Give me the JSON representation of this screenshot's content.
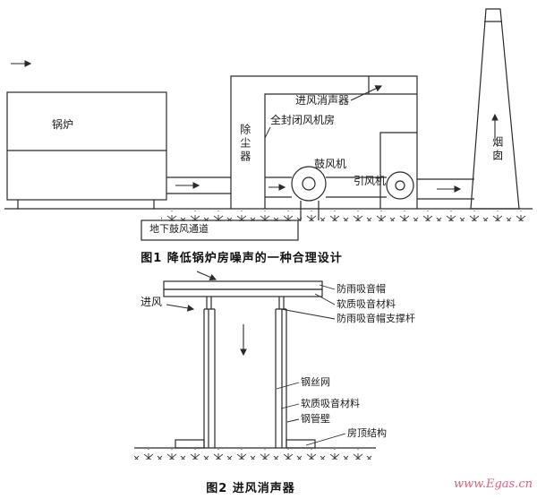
{
  "page": {
    "background": "#ffffff"
  },
  "colors": {
    "line": "#2a2a2a",
    "text": "#1a1a1a",
    "watermark": "#e0607a"
  },
  "figure1": {
    "caption": "图1  降低锅炉房噪声的一种合理设计",
    "labels": {
      "boiler": "锅炉",
      "dust_collector": "除尘器",
      "intake_silencer": "进风消声器",
      "enclosed_fan_room": "全封闭风机房",
      "blower_fan": "鼓风机",
      "induced_draft_fan": "引风机",
      "chimney": "烟囱",
      "underground_air_duct": "地下鼓风通道"
    }
  },
  "figure2": {
    "caption": "图2  进风消声器",
    "labels": {
      "air_intake": "进风",
      "rain_hood": "防雨吸音帽",
      "soft_absorbing_material_hood": "软质吸音材料",
      "hood_support_rod": "防雨吸音帽支撑杆",
      "steel_wire_mesh": "钢丝网",
      "soft_absorbing_material_wall": "软质吸音材料",
      "steel_pipe_wall": "钢管壁",
      "roof_structure": "房顶结构"
    }
  },
  "watermark": "www.Egas.cn"
}
